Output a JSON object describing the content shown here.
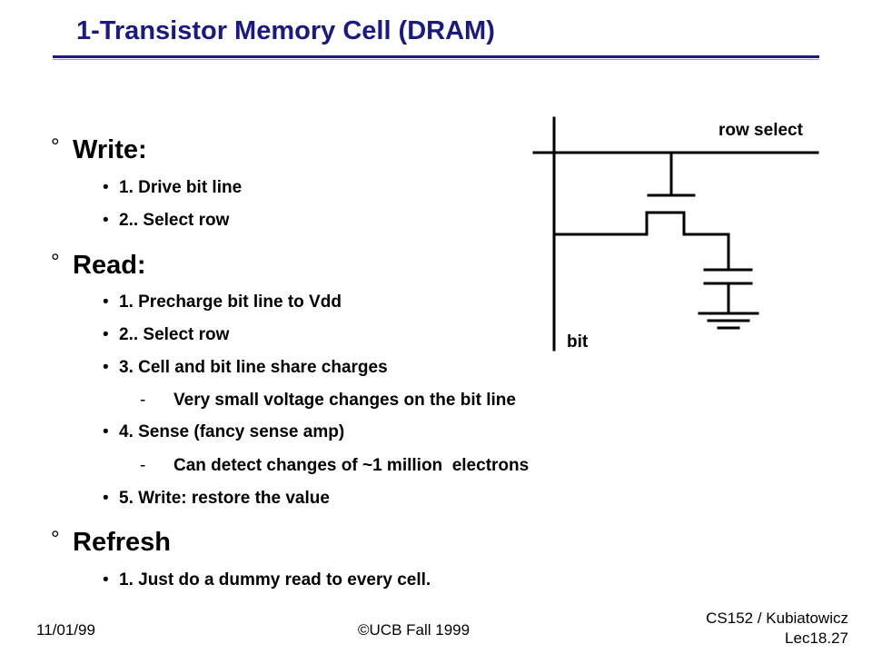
{
  "slide": {
    "title": "1-Transistor Memory Cell (DRAM)",
    "bullet_mark": "°",
    "sub_bullet_mark": "•",
    "dash_mark": "-"
  },
  "sections": {
    "write": {
      "heading": "Write:",
      "items": [
        "1. Drive bit line",
        "2.. Select row"
      ]
    },
    "read": {
      "heading": "Read:",
      "items": [
        "1. Precharge bit line to Vdd",
        "2.. Select row",
        "3. Cell and bit line share charges",
        "Very small voltage changes on the bit line",
        "4. Sense (fancy sense amp)",
        "Can detect changes of ~1 million  electrons",
        "5. Write: restore the value"
      ]
    },
    "refresh": {
      "heading": "Refresh",
      "items": [
        "1. Just do a dummy read to every cell."
      ]
    }
  },
  "diagram": {
    "row_label": "row select",
    "bit_label": "bit"
  },
  "footer": {
    "date": "11/01/99",
    "copyright": "©UCB Fall 1999",
    "course": "CS152 / Kubiatowicz",
    "lecture": "Lec18.27"
  }
}
